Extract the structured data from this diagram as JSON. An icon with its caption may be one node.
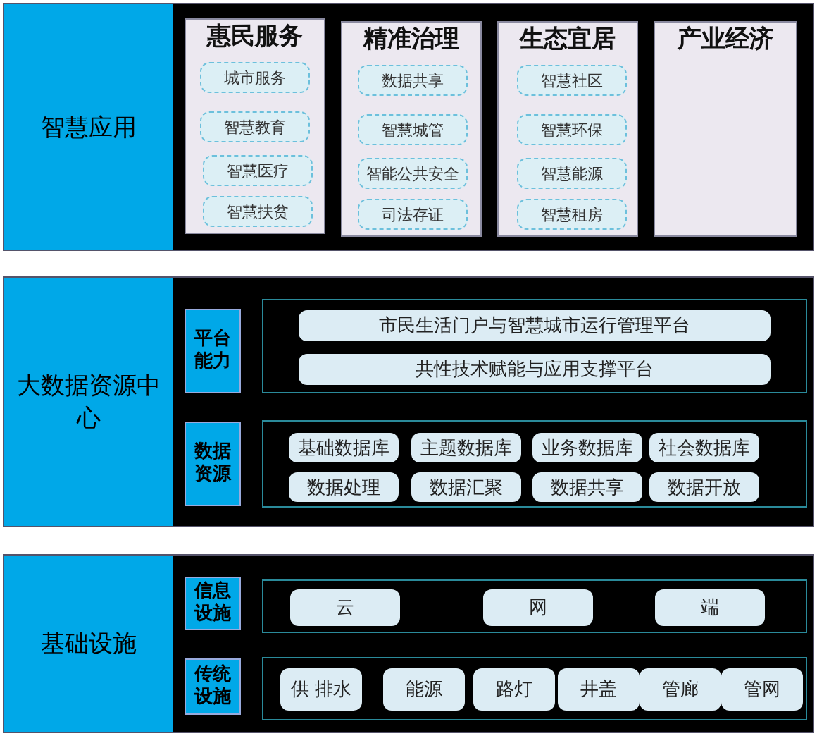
{
  "diagram": {
    "nodes": [
      {
        "text": [
          "智慧应用"
        ]
      },
      {
        "text": [
          "惠民服务"
        ],
        "in": 0
      },
      {
        "text": [
          "城市服务"
        ],
        "in": 1
      },
      {
        "text": [
          "智慧教育"
        ],
        "in": 1
      },
      {
        "text": [
          "智慧医疗"
        ],
        "in": 1
      },
      {
        "text": [
          "智慧扶贫"
        ],
        "in": 1
      },
      {
        "text": [
          "精准治理"
        ],
        "in": 0
      },
      {
        "text": [
          "数据共享"
        ],
        "in": 6
      },
      {
        "text": [
          "智慧城管"
        ],
        "in": 6
      },
      {
        "text": [
          "智能公共安全"
        ],
        "in": 6
      },
      {
        "text": [
          "司法存证"
        ],
        "in": 6
      },
      {
        "text": [
          "生态宜居"
        ],
        "in": 0
      },
      {
        "text": [
          "智慧社区"
        ],
        "in": 11
      },
      {
        "text": [
          "智慧环保"
        ],
        "in": 11
      },
      {
        "text": [
          "智慧能源"
        ],
        "in": 11
      },
      {
        "text": [
          "智慧租房"
        ],
        "in": 11
      },
      {
        "text": [
          "产业经济"
        ],
        "in": 0
      },
      {
        "text": [
          "大数据资源中心"
        ]
      },
      {
        "text": [
          "平台能力"
        ],
        "in": 17
      },
      {
        "text": [],
        "shape": "box",
        "in": 17
      },
      {
        "text": [
          "市民生活门户与智慧城市运行管理平台"
        ],
        "in": 19
      },
      {
        "text": [
          "共性技术赋能与应用支撑平台"
        ],
        "in": 19
      },
      {
        "text": [
          "数据资源"
        ],
        "in": 17
      },
      {
        "text": [],
        "shape": "box",
        "in": 17
      },
      {
        "text": [
          "基础数据库"
        ],
        "in": 23
      },
      {
        "text": [
          "主题数据库"
        ],
        "in": 23
      },
      {
        "text": [
          "业务数据库"
        ],
        "in": 23
      },
      {
        "text": [
          "社会数据库"
        ],
        "in": 23
      },
      {
        "text": [
          "数据处理"
        ],
        "in": 23
      },
      {
        "text": [
          "数据汇聚"
        ],
        "in": 23
      },
      {
        "text": [
          "数据共享"
        ],
        "in": 23
      },
      {
        "text": [
          "数据开放"
        ],
        "in": 23
      },
      {
        "text": [
          "基础设施"
        ]
      },
      {
        "text": [
          "信息设施"
        ],
        "in": 32
      },
      {
        "text": [],
        "shape": "box",
        "in": 32
      },
      {
        "text": [
          "云"
        ],
        "in": 34
      },
      {
        "text": [
          "网"
        ],
        "in": 34
      },
      {
        "text": [
          "端"
        ],
        "in": 34
      },
      {
        "text": [
          "传统设施"
        ],
        "in": 32
      },
      {
        "text": [],
        "shape": "box",
        "in": 32
      },
      {
        "text": [
          "供 排水"
        ],
        "in": 39
      },
      {
        "text": [
          "能源"
        ],
        "in": 39
      },
      {
        "text": [
          "路灯"
        ],
        "in": 39
      },
      {
        "text": [
          "井盖"
        ],
        "in": 39
      },
      {
        "text": [
          "管廊"
        ],
        "in": 39
      },
      {
        "text": [
          "管网"
        ],
        "in": 39
      }
    ]
  }
}
